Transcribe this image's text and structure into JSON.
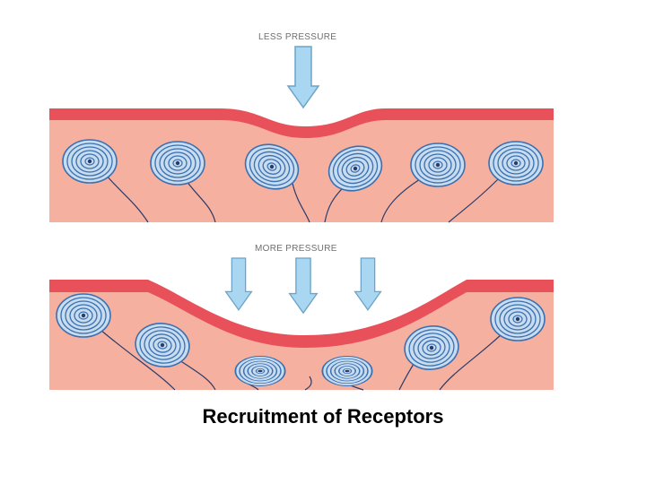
{
  "panels": {
    "top_label": "LESS PRESSURE",
    "bottom_label": "MORE PRESSURE"
  },
  "caption": "Recruitment of Receptors",
  "colors": {
    "skin_surface": "#e8505a",
    "tissue": "#f6b0a0",
    "receptor_ring": "#3a6fb0",
    "receptor_fill": "#c7dcef",
    "nerve_fiber": "#2a3c6a",
    "arrow_fill": "#a9d6f0",
    "arrow_stroke": "#6ba4c8"
  },
  "icons": [
    "pressure-arrow",
    "pacinian-receptor"
  ]
}
